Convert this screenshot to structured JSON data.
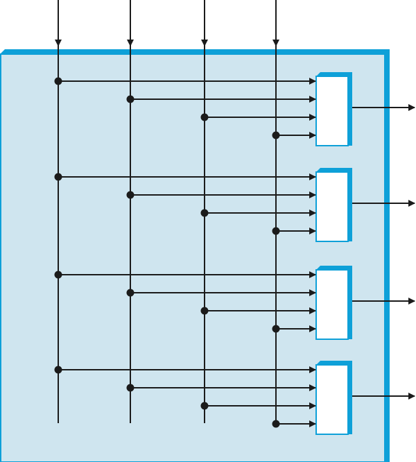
{
  "diagram": {
    "input_line_count": 4,
    "output_block_count": 4,
    "inputs_per_block": 4,
    "colors": {
      "panel_fill": "#cfe5ef",
      "panel_edge": "#0ea0d8",
      "block_fill": "#ffffff",
      "block_edge": "#0ea0d8",
      "wire": "#1b1b1b"
    }
  }
}
